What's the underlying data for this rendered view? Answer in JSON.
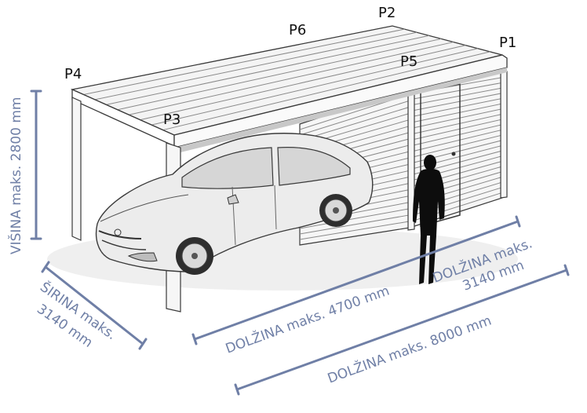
{
  "points": {
    "p1": "P1",
    "p2": "P2",
    "p3": "P3",
    "p4": "P4",
    "p5": "P5",
    "p6": "P6"
  },
  "dimensions": {
    "height": "VIŠINA maks. 2800 mm",
    "width_line1": "ŠIRINA maks.",
    "width_line2": "3140 mm",
    "length_4700": "DOLŽINA maks. 4700 mm",
    "length_3140_line1": "DOLŽINA maks.",
    "length_3140_line2": "3140 mm",
    "length_8000": "DOLŽINA maks. 8000 mm"
  },
  "colors": {
    "dimension": "#6f7fa6",
    "outline": "#3a3a3a"
  }
}
